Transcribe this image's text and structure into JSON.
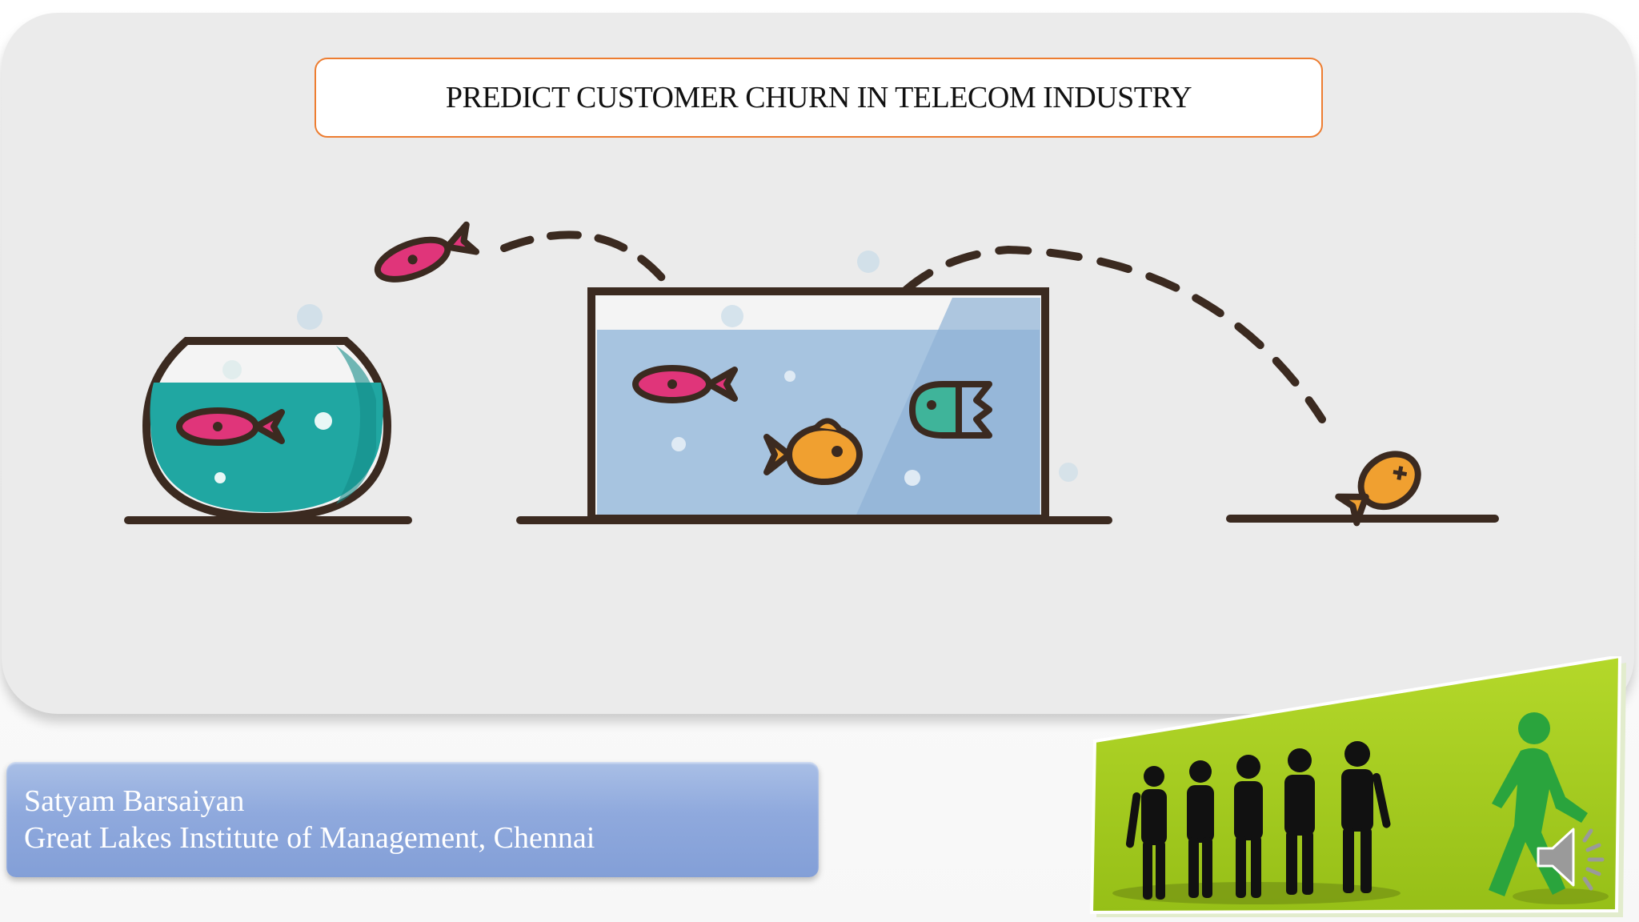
{
  "slide": {
    "title": "PREDICT CUSTOMER CHURN IN TELECOM INDUSTRY"
  },
  "author": {
    "name": "Satyam Barsaiyan",
    "institute": "Great Lakes Institute of Management, Chennai"
  },
  "colors": {
    "title_border": "#ed7d31",
    "card_background": "#ebebeb",
    "author_box": "#8fa9dd",
    "panel_green": "#a6cd1f",
    "walker_green": "#2aa43d"
  },
  "icons": {
    "illustration": "fish-churn-illustration",
    "people": "people-leaving-illustration",
    "audio": "speaker-icon"
  }
}
